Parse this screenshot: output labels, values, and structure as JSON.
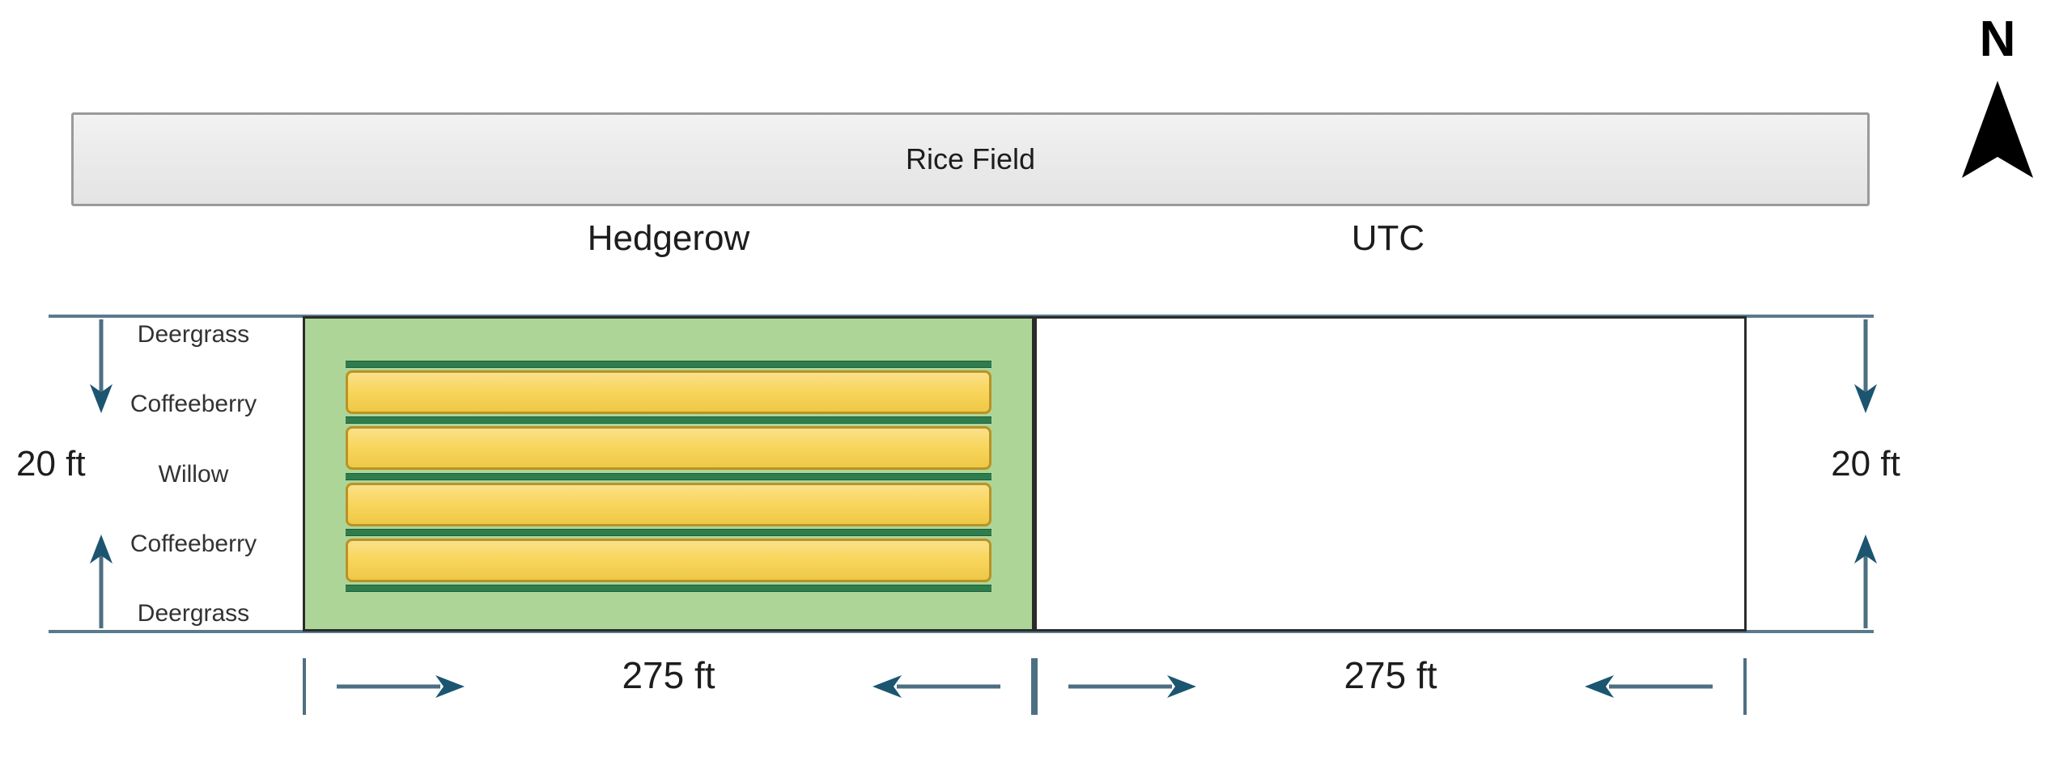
{
  "diagram": {
    "title": "Hedgerow and UTC plot layout diagram",
    "compass": {
      "letter": "N",
      "icon": "north-arrow-icon"
    },
    "rice_field": {
      "label": "Rice Field"
    },
    "sections": [
      {
        "id": "hedgerow",
        "label": "Hedgerow"
      },
      {
        "id": "utc",
        "label": "UTC"
      }
    ],
    "plant_rows": [
      {
        "label": "Deergrass"
      },
      {
        "label": "Coffeeberry"
      },
      {
        "label": "Willow"
      },
      {
        "label": "Coffeeberry"
      },
      {
        "label": "Deergrass"
      }
    ],
    "dimensions": {
      "width_left": "275 ft",
      "width_right": "275 ft",
      "height_left": "20 ft",
      "height_right": "20 ft"
    },
    "colors": {
      "hedgerow_fill": "#AED598",
      "planting_row_line": "#2F7D4E",
      "planting_bar": "#F9D65E",
      "planting_bar_border": "#B89326",
      "rice_field_fill": "#EAEAEA",
      "rice_field_border": "#9A9A9A",
      "dimension_line": "#4D6F82",
      "plot_outline": "#2B2B2B"
    }
  }
}
